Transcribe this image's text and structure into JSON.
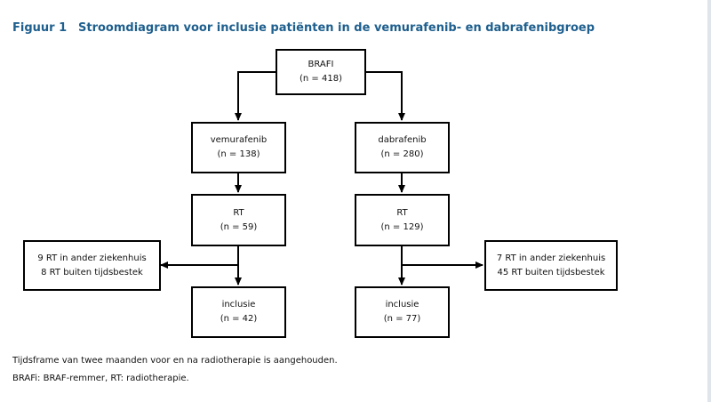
{
  "figure": {
    "number": "Figuur 1",
    "title": "Stroomdiagram voor inclusie patiënten in de vemurafenib- en dabrafenibgroep"
  },
  "nodes": {
    "brafi": {
      "label": "BRAFI",
      "count": "(n = 418)"
    },
    "vemurafenib": {
      "label": "vemurafenib",
      "count": "(n = 138)"
    },
    "dabrafenib": {
      "label": "dabrafenib",
      "count": "(n = 280)"
    },
    "rt_vem": {
      "label": "RT",
      "count": "(n = 59)"
    },
    "rt_dab": {
      "label": "RT",
      "count": "(n = 129)"
    },
    "inclusie_vem": {
      "label": "inclusie",
      "count": "(n = 42)"
    },
    "inclusie_dab": {
      "label": "inclusie",
      "count": "(n = 77)"
    },
    "excl_vem": {
      "line1": "9 RT in ander ziekenhuis",
      "line2": "8 RT buiten tijdsbestek"
    },
    "excl_dab": {
      "line1": "7 RT in ander ziekenhuis",
      "line2": "45 RT buiten tijdsbestek"
    }
  },
  "notes": {
    "timeframe": "Tijdsframe van twee maanden voor en na radiotherapie is aangehouden.",
    "abbreviations": "BRAFi: BRAF-remmer, RT: radiotherapie."
  }
}
